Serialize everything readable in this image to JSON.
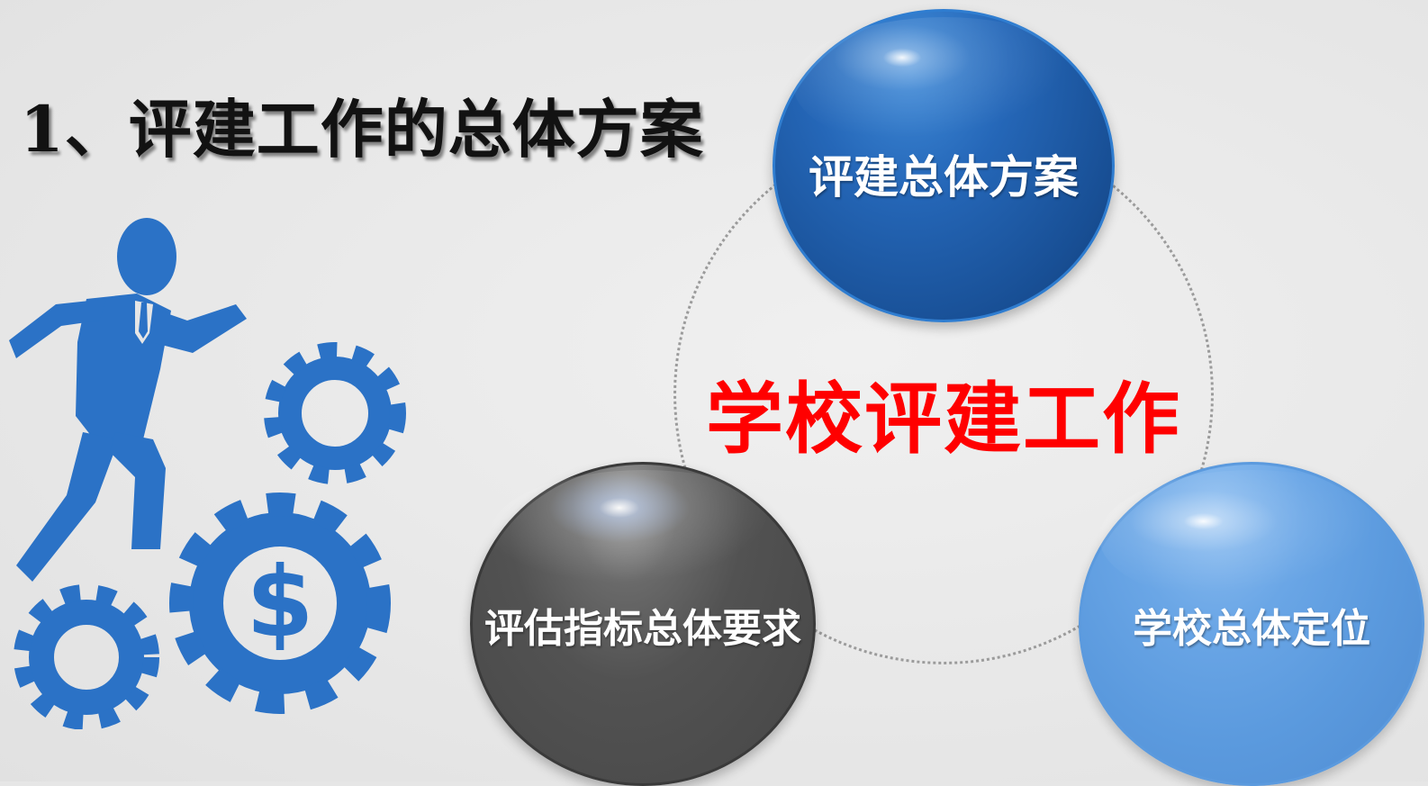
{
  "slide": {
    "title": "1、评建工作的总体方案",
    "center_label": "学校评建工作",
    "nodes": {
      "top": "评建总体方案",
      "bottom_left": "评估指标总体要求",
      "bottom_right": "学校总体定位"
    }
  },
  "icons": {
    "left_art": "businessman-on-gears-icon"
  },
  "colors": {
    "background": "#e6e6e6",
    "title": "#121212",
    "center_label": "#ff0000",
    "node_top": "#1f5ba8",
    "node_bottom_left": "#525252",
    "node_bottom_right": "#5b9ade",
    "icon_blue": "#2b72c6",
    "ring": "#9b9b9b"
  }
}
